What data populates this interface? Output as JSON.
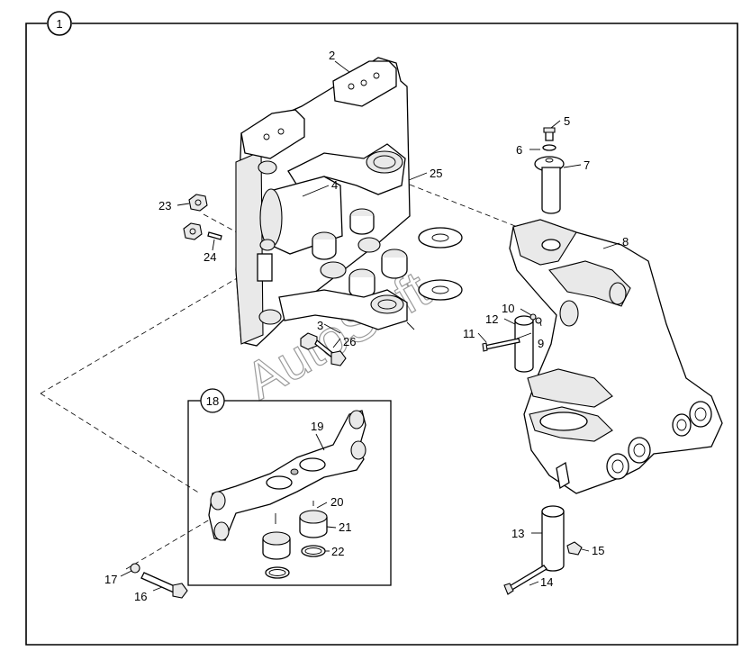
{
  "diagram": {
    "main_callout": "1",
    "sub_callout": "18",
    "watermark": "AutoSoft",
    "labels": {
      "p2": "2",
      "p3": "3",
      "p4": "4",
      "p5": "5",
      "p6": "6",
      "p7": "7",
      "p8": "8",
      "p9": "9",
      "p10": "10",
      "p11": "11",
      "p12": "12",
      "p13": "13",
      "p14": "14",
      "p15": "15",
      "p16": "16",
      "p17": "17",
      "p19": "19",
      "p20": "20",
      "p21": "21",
      "p22": "22",
      "p23": "23",
      "p24": "24",
      "p25": "25",
      "p26": "26"
    }
  }
}
